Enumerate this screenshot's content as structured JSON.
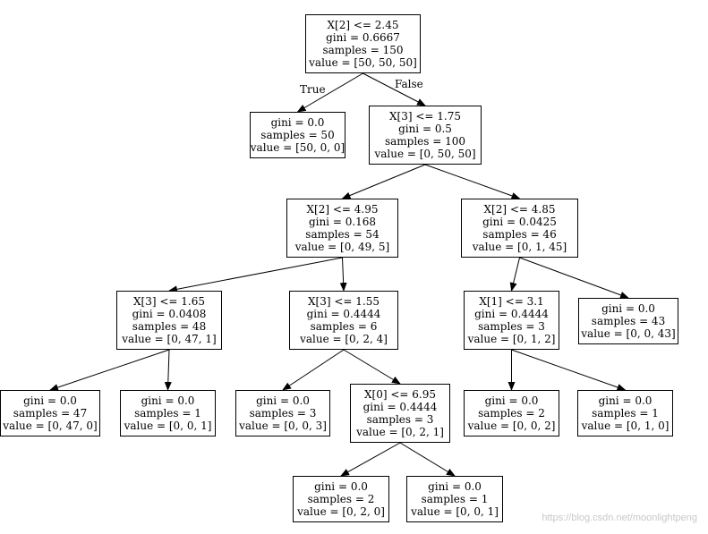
{
  "tree": {
    "nodes": [
      {
        "id": "n0",
        "lines": [
          "X[2] <= 2.45",
          "gini = 0.6667",
          "samples = 150",
          "value = [50, 50, 50]"
        ]
      },
      {
        "id": "n1",
        "lines": [
          "gini = 0.0",
          "samples = 50",
          "value = [50, 0, 0]"
        ]
      },
      {
        "id": "n2",
        "lines": [
          "X[3] <= 1.75",
          "gini = 0.5",
          "samples = 100",
          "value = [0, 50, 50]"
        ]
      },
      {
        "id": "n3",
        "lines": [
          "X[2] <= 4.95",
          "gini = 0.168",
          "samples = 54",
          "value = [0, 49, 5]"
        ]
      },
      {
        "id": "n4",
        "lines": [
          "X[2] <= 4.85",
          "gini = 0.0425",
          "samples = 46",
          "value = [0, 1, 45]"
        ]
      },
      {
        "id": "n5",
        "lines": [
          "X[3] <= 1.65",
          "gini = 0.0408",
          "samples = 48",
          "value = [0, 47, 1]"
        ]
      },
      {
        "id": "n6",
        "lines": [
          "X[3] <= 1.55",
          "gini = 0.4444",
          "samples = 6",
          "value = [0, 2, 4]"
        ]
      },
      {
        "id": "n7",
        "lines": [
          "X[1] <= 3.1",
          "gini = 0.4444",
          "samples = 3",
          "value = [0, 1, 2]"
        ]
      },
      {
        "id": "n8",
        "lines": [
          "gini = 0.0",
          "samples = 43",
          "value = [0, 0, 43]"
        ]
      },
      {
        "id": "n9",
        "lines": [
          "gini = 0.0",
          "samples = 47",
          "value = [0, 47, 0]"
        ]
      },
      {
        "id": "n10",
        "lines": [
          "gini = 0.0",
          "samples = 1",
          "value = [0, 0, 1]"
        ]
      },
      {
        "id": "n11",
        "lines": [
          "gini = 0.0",
          "samples = 3",
          "value = [0, 0, 3]"
        ]
      },
      {
        "id": "n12",
        "lines": [
          "X[0] <= 6.95",
          "gini = 0.4444",
          "samples = 3",
          "value = [0, 2, 1]"
        ]
      },
      {
        "id": "n13",
        "lines": [
          "gini = 0.0",
          "samples = 2",
          "value = [0, 0, 2]"
        ]
      },
      {
        "id": "n14",
        "lines": [
          "gini = 0.0",
          "samples = 1",
          "value = [0, 1, 0]"
        ]
      },
      {
        "id": "n15",
        "lines": [
          "gini = 0.0",
          "samples = 2",
          "value = [0, 2, 0]"
        ]
      },
      {
        "id": "n16",
        "lines": [
          "gini = 0.0",
          "samples = 1",
          "value = [0, 0, 1]"
        ]
      }
    ],
    "edges": [
      {
        "from": "n0",
        "to": "n1",
        "label": "True"
      },
      {
        "from": "n0",
        "to": "n2",
        "label": "False"
      },
      {
        "from": "n2",
        "to": "n3"
      },
      {
        "from": "n2",
        "to": "n4"
      },
      {
        "from": "n3",
        "to": "n5"
      },
      {
        "from": "n3",
        "to": "n6"
      },
      {
        "from": "n4",
        "to": "n7"
      },
      {
        "from": "n4",
        "to": "n8"
      },
      {
        "from": "n5",
        "to": "n9"
      },
      {
        "from": "n5",
        "to": "n10"
      },
      {
        "from": "n6",
        "to": "n11"
      },
      {
        "from": "n6",
        "to": "n12"
      },
      {
        "from": "n7",
        "to": "n13"
      },
      {
        "from": "n7",
        "to": "n14"
      },
      {
        "from": "n12",
        "to": "n15"
      },
      {
        "from": "n12",
        "to": "n16"
      }
    ]
  },
  "watermark": "https://blog.csdn.net/moonlightpeng"
}
